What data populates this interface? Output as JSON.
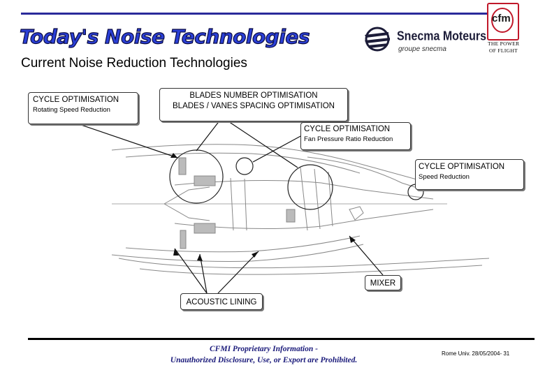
{
  "header": {
    "title": "Today's Noise Technologies",
    "subtitle": "Current Noise Reduction Technologies"
  },
  "logos": {
    "snecma_name": "Snecma Moteurs",
    "snecma_sub": "groupe snecma",
    "cfm_name": "cfm",
    "cfm_tagline_1": "THE POWER",
    "cfm_tagline_2": "OF FLIGHT"
  },
  "callouts": {
    "cycle_rotating": {
      "main": "CYCLE OPTIMISATION",
      "sub": "Rotating Speed Reduction"
    },
    "blades": {
      "line1": "BLADES NUMBER OPTIMISATION",
      "line2": "BLADES / VANES SPACING OPTIMISATION"
    },
    "cycle_fan": {
      "main": "CYCLE OPTIMISATION",
      "sub": "Fan Pressure Ratio Reduction"
    },
    "cycle_speed": {
      "main": "CYCLE OPTIMISATION",
      "sub": "Speed Reduction"
    },
    "mixer": "MIXER",
    "acoustic": "ACOUSTIC LINING"
  },
  "footer": {
    "line1": "CFMI Proprietary Information -",
    "line2": "Unauthorized Disclosure, Use, or Export are Prohibited.",
    "note": "Rome Univ. 28/05/2004- 31"
  },
  "colors": {
    "title_blue": "#2a3fd6",
    "header_rule": "#2a2a9a",
    "cfm_red": "#c0182a",
    "footer_blue": "#1a1a7a"
  }
}
